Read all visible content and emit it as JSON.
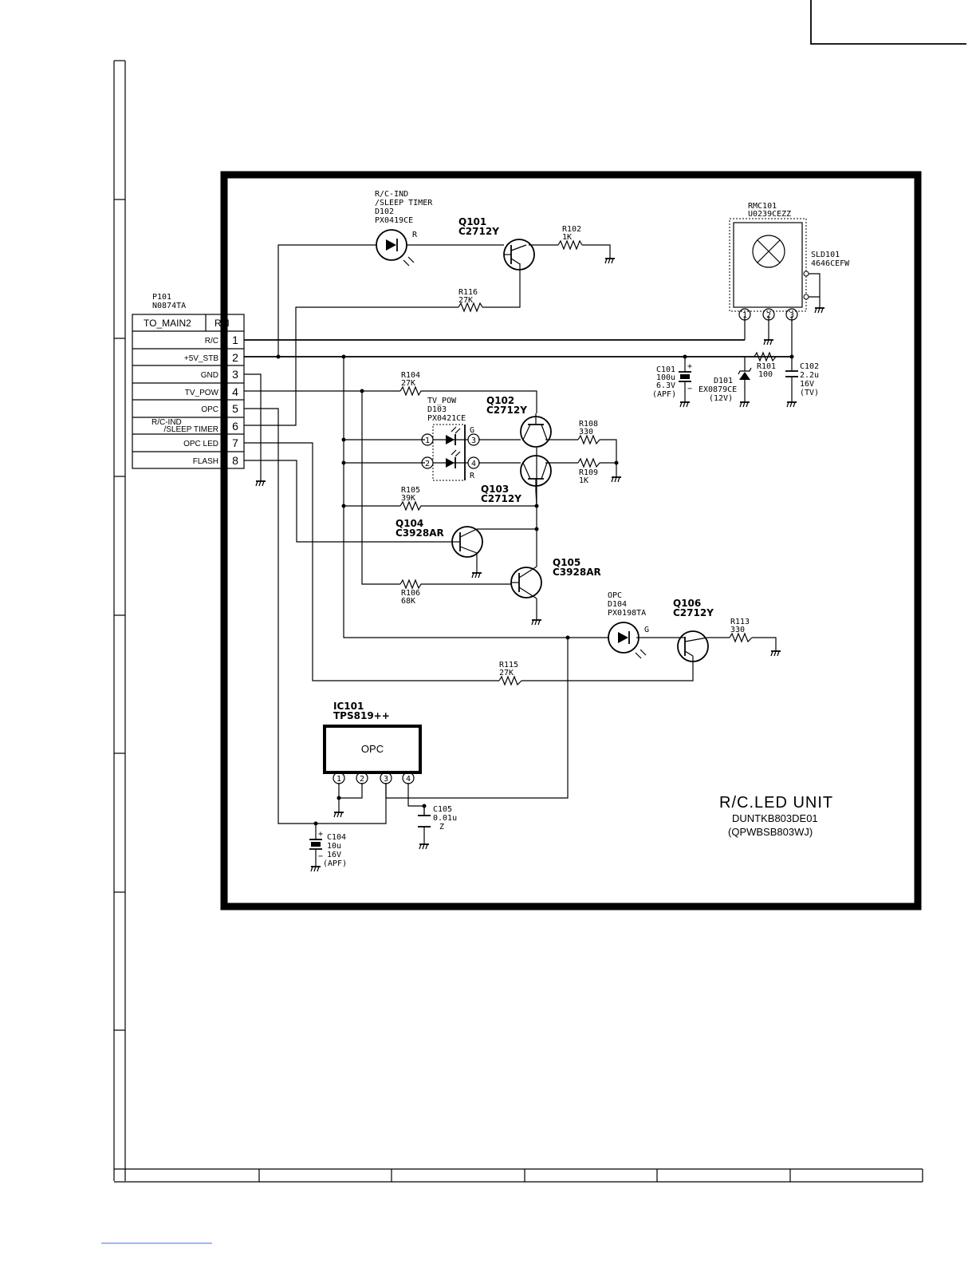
{
  "connector": {
    "ref": "P101",
    "part": "N0874TA",
    "header_left": "TO_MAIN2",
    "header_right": "RM",
    "pins": [
      {
        "name": "R/C",
        "num": "1"
      },
      {
        "name": "+5V_STB",
        "num": "2"
      },
      {
        "name": "GND",
        "num": "3"
      },
      {
        "name": "TV_POW",
        "num": "4"
      },
      {
        "name": "OPC",
        "num": "5"
      },
      {
        "name": "R/C-IND",
        "name2": "/SLEEP TIMER",
        "num": "6"
      },
      {
        "name": "OPC LED",
        "num": "7"
      },
      {
        "name": "FLASH",
        "num": "8"
      }
    ]
  },
  "d102": {
    "l1": "R/C-IND",
    "l2": "/SLEEP TIMER",
    "l3": "D102",
    "l4": "PX0419CE",
    "color": "R"
  },
  "q101": {
    "ref": "Q101",
    "part": "C2712Y"
  },
  "r102": {
    "ref": "R102",
    "val": "1K"
  },
  "r116": {
    "ref": "R116",
    "val": "27K"
  },
  "rmc101": {
    "ref": "RMC101",
    "part": "U0239CEZZ",
    "pins": [
      "1",
      "2",
      "3"
    ]
  },
  "sld101": {
    "ref": "SLD101",
    "part": "4646CEFW"
  },
  "c101": {
    "ref": "C101",
    "v1": "100u",
    "v2": "6.3V",
    "v3": "(APF)"
  },
  "d101": {
    "ref": "D101",
    "part": "EX0879CE",
    "v": "(12V)"
  },
  "r101": {
    "ref": "R101",
    "val": "100"
  },
  "c102": {
    "ref": "C102",
    "v1": "2.2u",
    "v2": "16V",
    "v3": "(TV)"
  },
  "r104": {
    "ref": "R104",
    "val": "27K"
  },
  "d103": {
    "l1": "TV_POW",
    "l2": "D103",
    "l3": "PX0421CE",
    "pins": [
      "1",
      "2",
      "3",
      "4"
    ],
    "g": "G",
    "r": "R"
  },
  "q102": {
    "ref": "Q102",
    "part": "C2712Y"
  },
  "r108": {
    "ref": "R108",
    "val": "330"
  },
  "r109": {
    "ref": "R109",
    "val": "1K"
  },
  "q103": {
    "ref": "Q103",
    "part": "C2712Y"
  },
  "r105": {
    "ref": "R105",
    "val": "39K"
  },
  "q104": {
    "ref": "Q104",
    "part": "C3928AR"
  },
  "q105": {
    "ref": "Q105",
    "part": "C3928AR"
  },
  "r106": {
    "ref": "R106",
    "val": "68K"
  },
  "d104": {
    "l1": "OPC",
    "l2": "D104",
    "l3": "PX0198TA",
    "color": "G"
  },
  "q106": {
    "ref": "Q106",
    "part": "C2712Y"
  },
  "r113": {
    "ref": "R113",
    "val": "330"
  },
  "r115": {
    "ref": "R115",
    "val": "27K"
  },
  "ic101": {
    "ref": "IC101",
    "part": "TPS819++",
    "body": "OPC",
    "pins": [
      "1",
      "2",
      "3",
      "4"
    ]
  },
  "c105": {
    "ref": "C105",
    "v1": "0.01u",
    "v2": "Z"
  },
  "c104": {
    "ref": "C104",
    "v1": "10u",
    "v2": "16V",
    "v3": "(APF)"
  },
  "unit": {
    "title": "R/C.LED UNIT",
    "code1": "DUNTKB803DE01",
    "code2": "(QPWBSB803WJ)"
  }
}
